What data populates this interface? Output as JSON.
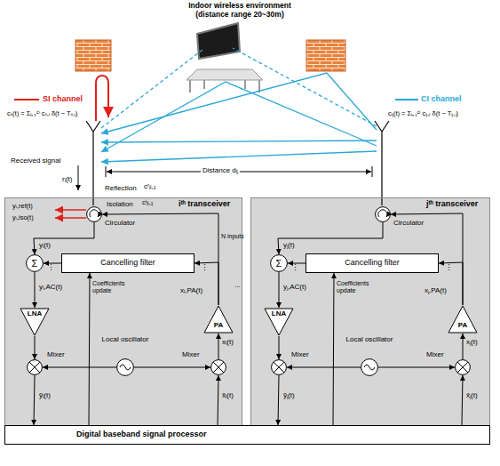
{
  "diagram": {
    "title": "Indoor wireless environment (distance range 20~30m)",
    "nodes": [
      {
        "text": [
          "iᵗʰ transceiver"
        ]
      },
      {
        "text": [
          "Circulator"
        ],
        "in": 0
      },
      {
        "text": [
          "Σ"
        ],
        "in": 0
      },
      {
        "text": [
          "Cancelling filter"
        ],
        "in": 0
      },
      {
        "text": [
          "LNA"
        ],
        "in": 0
      },
      {
        "text": [
          "PA"
        ],
        "in": 0
      },
      {
        "text": [
          "Local oscillator"
        ],
        "in": 0
      },
      {
        "text": [
          "Mixer"
        ],
        "in": 0
      },
      {
        "text": [
          "Mixer"
        ],
        "in": 0
      },
      {
        "text": [
          "jᵗʰ transceiver"
        ]
      },
      {
        "text": [
          "Circulator"
        ],
        "in": 9
      },
      {
        "text": [
          "Σ"
        ],
        "in": 9
      },
      {
        "text": [
          "Cancelling filter"
        ],
        "in": 9
      },
      {
        "text": [
          "LNA"
        ],
        "in": 9
      },
      {
        "text": [
          "PA"
        ],
        "in": 9
      },
      {
        "text": [
          "Local oscillator"
        ],
        "in": 9
      },
      {
        "text": [
          "Mixer"
        ],
        "in": 9
      },
      {
        "text": [
          "Mixer"
        ],
        "in": 9
      },
      {
        "text": [
          "Digital baseband signal processor"
        ]
      }
    ],
    "edges": [
      {
        "from": 1,
        "to": 2,
        "arrow": "to"
      },
      {
        "from": 3,
        "to": 2,
        "arrow": "to"
      },
      {
        "from": 2,
        "to": 4,
        "arrow": "to"
      },
      {
        "from": 4,
        "to": 7,
        "arrow": "to"
      },
      {
        "from": 7,
        "to": 18,
        "arrow": "to"
      },
      {
        "from": 18,
        "to": 8,
        "arrow": "to"
      },
      {
        "from": 8,
        "to": 5,
        "arrow": "to"
      },
      {
        "from": 5,
        "to": 1,
        "arrow": "to"
      },
      {
        "from": 5,
        "to": 3,
        "arrow": "to"
      },
      {
        "from": 18,
        "to": 3,
        "arrow": "to"
      },
      {
        "from": 6,
        "to": 7,
        "arrow": "to"
      },
      {
        "from": 6,
        "to": 8,
        "arrow": "to"
      },
      {
        "from": 10,
        "to": 11,
        "arrow": "to"
      },
      {
        "from": 12,
        "to": 11,
        "arrow": "to"
      },
      {
        "from": 11,
        "to": 13,
        "arrow": "to"
      },
      {
        "from": 13,
        "to": 16,
        "arrow": "to"
      },
      {
        "from": 16,
        "to": 18,
        "arrow": "to"
      },
      {
        "from": 18,
        "to": 17,
        "arrow": "to"
      },
      {
        "from": 17,
        "to": 14,
        "arrow": "to"
      },
      {
        "from": 14,
        "to": 10,
        "arrow": "to"
      },
      {
        "from": 14,
        "to": 12,
        "arrow": "to"
      },
      {
        "from": 18,
        "to": 12,
        "arrow": "to"
      },
      {
        "from": 15,
        "to": 16,
        "arrow": "to"
      },
      {
        "from": 15,
        "to": 17,
        "arrow": "to"
      }
    ],
    "labels": [
      "Received signal",
      "rᵢ(t)",
      "cᵢᵢ(t) = Σₗ₌₁ᶜⁱ cᵢᵢ,ₗ δ(t − Tᵢᵢ,ₗ)",
      "cᵢⱼ(t) = Σₗ₌₁ᶜⁱ cᵢⱼ,ₗ δ(t − Tᵢⱼ,ₗ)",
      "Distance dᵢⱼ",
      "Reflection",
      "cʳᵢᵢ,₁",
      "yᵢ,ref(t)",
      "Isolation",
      "cⁱᵢᵢ,₁",
      "yᵢ,iso(t)",
      "yᵢ(t)",
      "⋮",
      "⋮",
      "N inputs",
      "yᵢ,AC(t)",
      "Coefficients update",
      "xᵢ,PA(t)",
      "xᵢ(t)",
      "ỹᵢ(t)",
      "x̃ᵢ(t)",
      "yⱼ(t)",
      "⋮",
      "⋮",
      "yⱼ,AC(t)",
      "Coefficients update",
      "xⱼ,PA(t)",
      "xⱼ(t)",
      "ỹⱼ(t)",
      "x̃ⱼ(t)",
      "..."
    ],
    "legend": [
      {
        "text": "SI channel"
      },
      {
        "text": "CI channel"
      }
    ]
  }
}
